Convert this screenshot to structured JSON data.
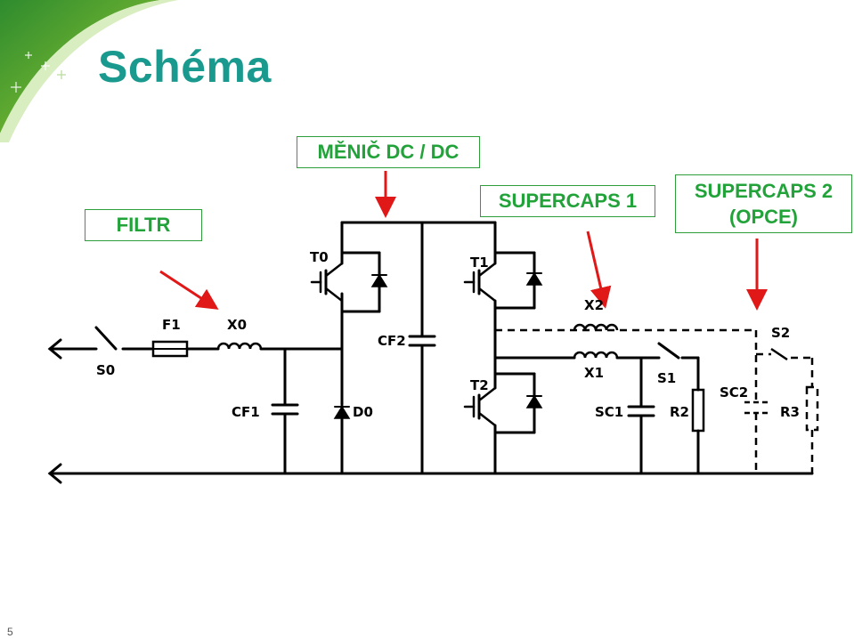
{
  "slide": {
    "title": "Schéma",
    "page_number": "5"
  },
  "callouts": {
    "filtr": "FILTR",
    "menic": "MĚNIČ DC / DC",
    "supercaps1": "SUPERCAPS 1",
    "supercaps2_line1": "SUPERCAPS 2",
    "supercaps2_line2": "(OPCE)"
  },
  "components": {
    "s0": "S0",
    "f1": "F1",
    "x0": "X0",
    "cf1": "CF1",
    "t0": "T0",
    "d0": "D0",
    "cf2": "CF2",
    "t1": "T1",
    "t2": "T2",
    "x1": "X1",
    "x2": "X2",
    "sc1": "SC1",
    "s1": "S1",
    "r2": "R2",
    "sc2": "SC2",
    "s2": "S2",
    "r3": "R3"
  },
  "colors": {
    "title": "#1a9a8e",
    "callout_text": "#22a33a",
    "arrow": "#e01818",
    "wire": "#000000"
  }
}
